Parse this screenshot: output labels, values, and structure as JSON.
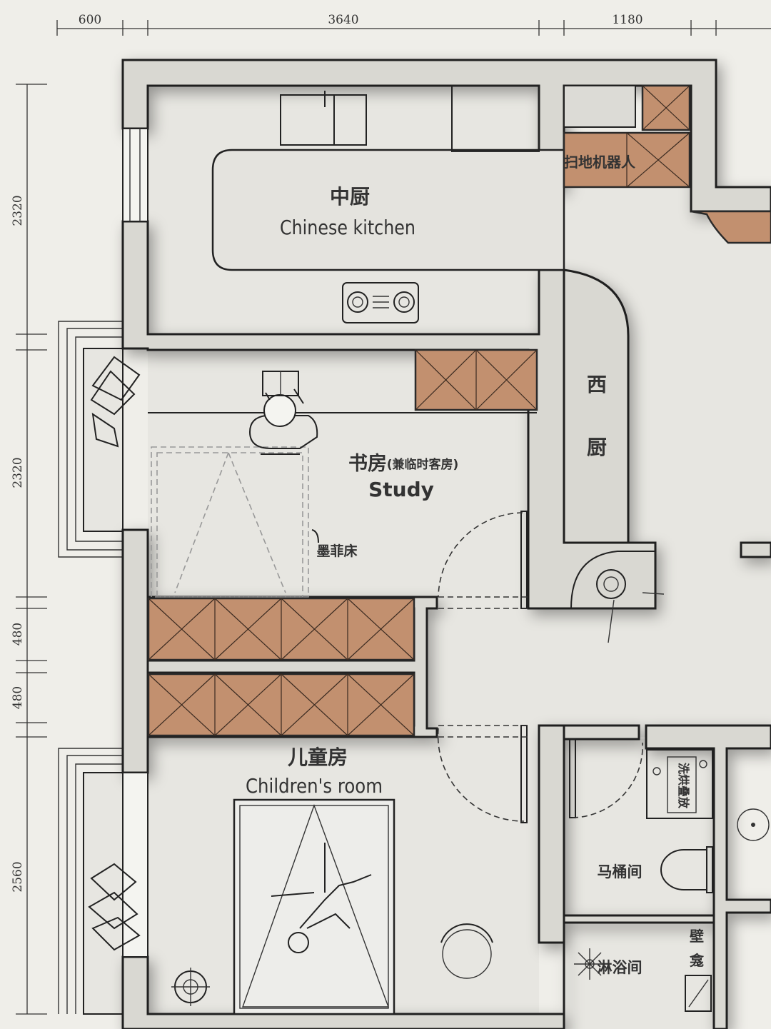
{
  "dimensions": {
    "top": [
      "600",
      "3640",
      "1180"
    ],
    "left": [
      "2320",
      "2320",
      "480",
      "480",
      "2560"
    ]
  },
  "rooms": {
    "kitchen_cn": "中厨",
    "kitchen_en": "Chinese kitchen",
    "study_cn": "书房",
    "study_cn_note": "(兼临时客房)",
    "study_en": "Study",
    "children_cn": "儿童房",
    "children_en": "Children's room",
    "western_kitchen_cn": [
      "西",
      "厨"
    ],
    "toilet_cn": "马桶间",
    "shower_cn": "淋浴间"
  },
  "labels": {
    "robot_vacuum": "扫地机器人",
    "murphy_bed": "墨菲床",
    "washer_dryer": "洗烘叠放",
    "niche": [
      "壁",
      "龛"
    ]
  },
  "colors": {
    "cabinet": "#c2906f",
    "wall": "#d9d8d2",
    "floor": "#e7e6e1"
  }
}
